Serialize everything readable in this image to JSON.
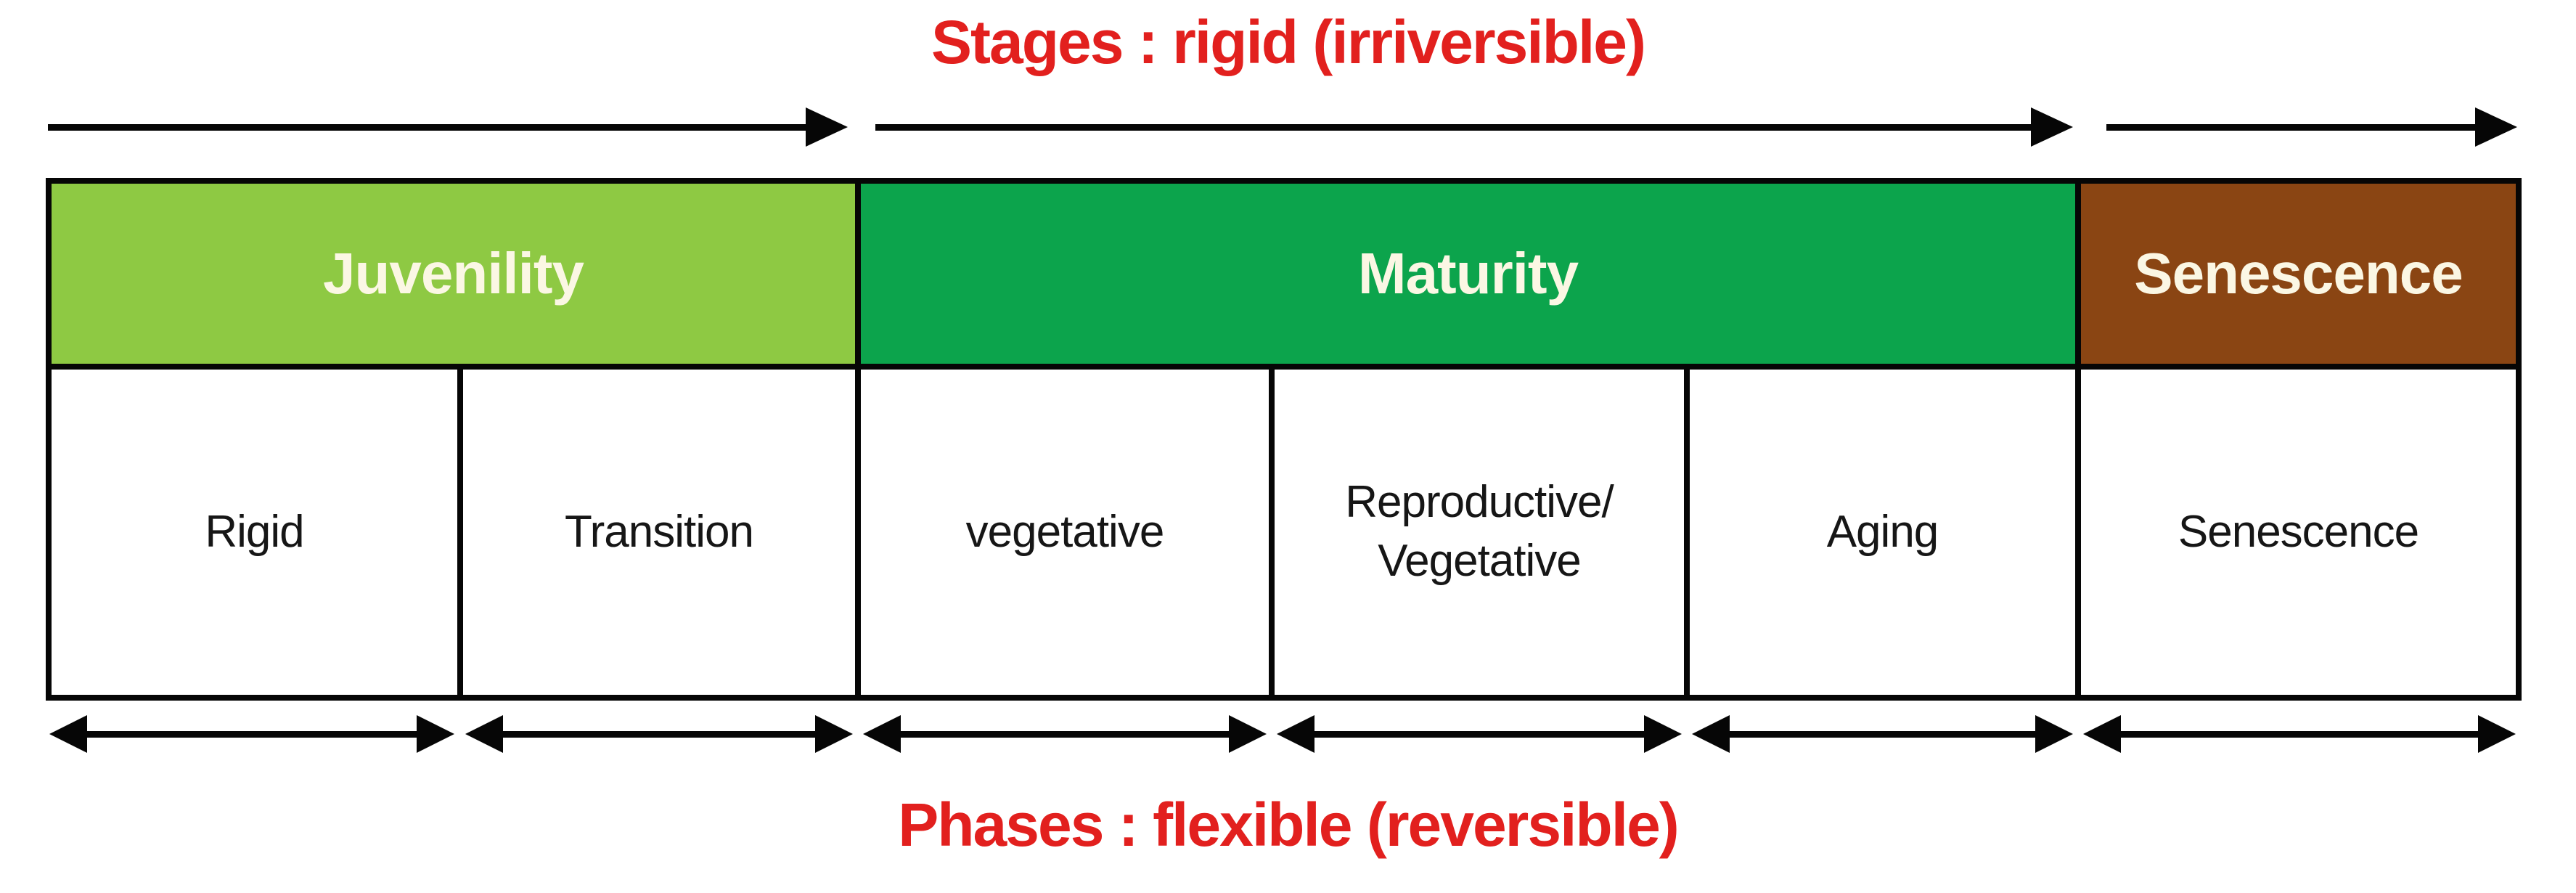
{
  "titles": {
    "top": "Stages : rigid (irriversible)",
    "bottom": "Phases : flexible (reversible)"
  },
  "colors": {
    "title_red": "#E2201E",
    "juvenility_bg": "#8EC943",
    "maturity_bg": "#0CA44C",
    "senescence_bg": "#8A4513",
    "header_text": "#FBF7E4",
    "line_black": "#060606"
  },
  "stage_row": [
    {
      "label": "Juvenility",
      "phase_span": 2,
      "bg": "#8EC943"
    },
    {
      "label": "Maturity",
      "phase_span": 3,
      "bg": "#0CA44C"
    },
    {
      "label": "Senescence",
      "phase_span": 1,
      "bg": "#8A4513"
    }
  ],
  "phase_row": [
    {
      "label": "Rigid"
    },
    {
      "label": "Transition"
    },
    {
      "label": "vegetative"
    },
    {
      "label": "Reproductive/",
      "label2": "Vegetative"
    },
    {
      "label": "Aging"
    },
    {
      "label": "Senescence"
    }
  ],
  "arrows": {
    "top_count": 3,
    "top_direction": "right",
    "bottom_count": 6,
    "bottom_direction": "both"
  }
}
